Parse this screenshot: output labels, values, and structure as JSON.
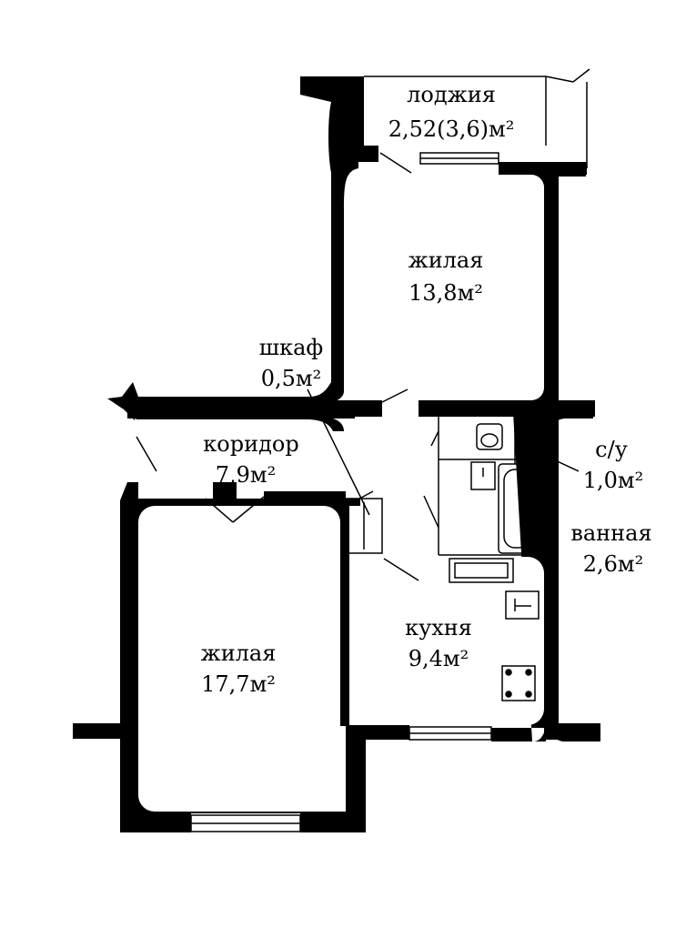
{
  "rooms": {
    "loggia": {
      "name": "лоджия",
      "area": "2,52(3,6)м²"
    },
    "bedroom": {
      "name": "жилая",
      "area": "13,8м²"
    },
    "closet": {
      "name": "шкаф",
      "area": "0,5м²"
    },
    "corridor": {
      "name": "коридор",
      "area": "7,9м²"
    },
    "toilet": {
      "name": "с/у",
      "area": "1,0м²"
    },
    "bathroom": {
      "name": "ванная",
      "area": "2,6м²"
    },
    "kitchen": {
      "name": "кухня",
      "area": "9,4м²"
    },
    "living": {
      "name": "жилая",
      "area": "17,7м²"
    }
  },
  "colors": {
    "wall": "#000000",
    "background": "#ffffff",
    "window": "#ffffff"
  }
}
